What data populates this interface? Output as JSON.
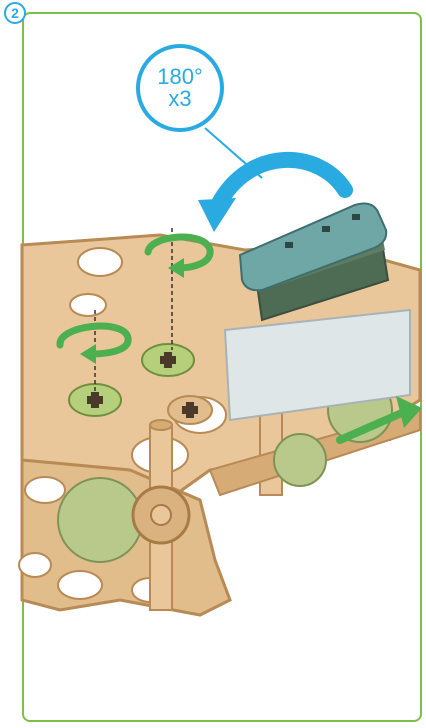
{
  "step": {
    "number": "2"
  },
  "rotation_callout": {
    "angle": "180°",
    "repeat": "x3"
  },
  "colors": {
    "frame": "#7dbf4a",
    "accent": "#29abe2",
    "wood": "#e9c79a",
    "wood_edge": "#b88a55",
    "gear_green": "#b9c98b",
    "teal_part": "#6fa6a6",
    "arrow_green": "#4caf50"
  }
}
